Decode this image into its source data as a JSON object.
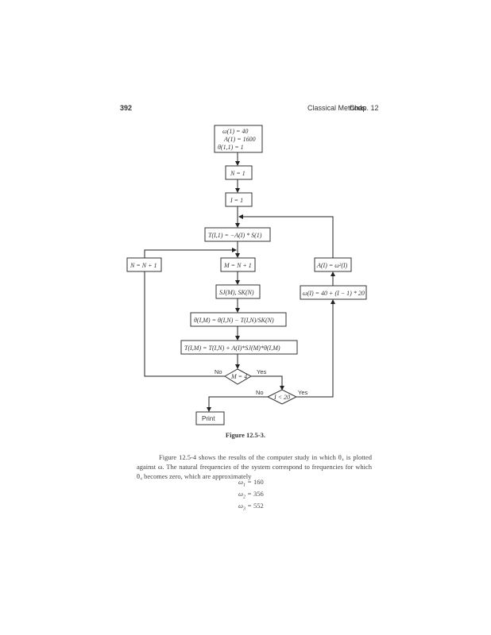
{
  "header": {
    "page_number": "392",
    "running_title": "Classical Methods",
    "chapter": "Chap. 12"
  },
  "flowchart": {
    "init_box": [
      "ω(1) = 40",
      "A(1) = 1600",
      "θ(1,1) = 1"
    ],
    "set_n": "N = 1",
    "set_i": "I = 1",
    "torque_init": "T(I,1) = −A(I) * S(1)",
    "increment_n": "N = N + 1",
    "increment_m": "M = N + 1",
    "stiffness": "SJ(M), SK(N)",
    "theta_update": "θ(I,M) = θ(I,N) − T(I,N)/SK(N)",
    "torque_update": "T(I,M) = T(I,N) + A(I)*SJ(M)*θ(I,M)",
    "decision_m": "M = 4",
    "decision_i": "I < 20",
    "yes_label": "Yes",
    "no_label": "No",
    "print_box": "Print",
    "amplitude": "A(I) = ω²(I)",
    "omega_update": "ω(I) = 40 + (I − 1) * 20"
  },
  "caption": "Figure 12.5-3.",
  "body_text": "Figure 12.5-4 shows the results of the computer study in which θ₄ is plotted against ω. The natural frequencies of the system correspond to frequencies for which θ₄ becomes zero, which are approximately",
  "equations": [
    {
      "symbol": "ω",
      "sub": "1",
      "value": "160"
    },
    {
      "symbol": "ω",
      "sub": "2",
      "value": "356"
    },
    {
      "symbol": "ω",
      "sub": "3",
      "value": "552"
    }
  ]
}
